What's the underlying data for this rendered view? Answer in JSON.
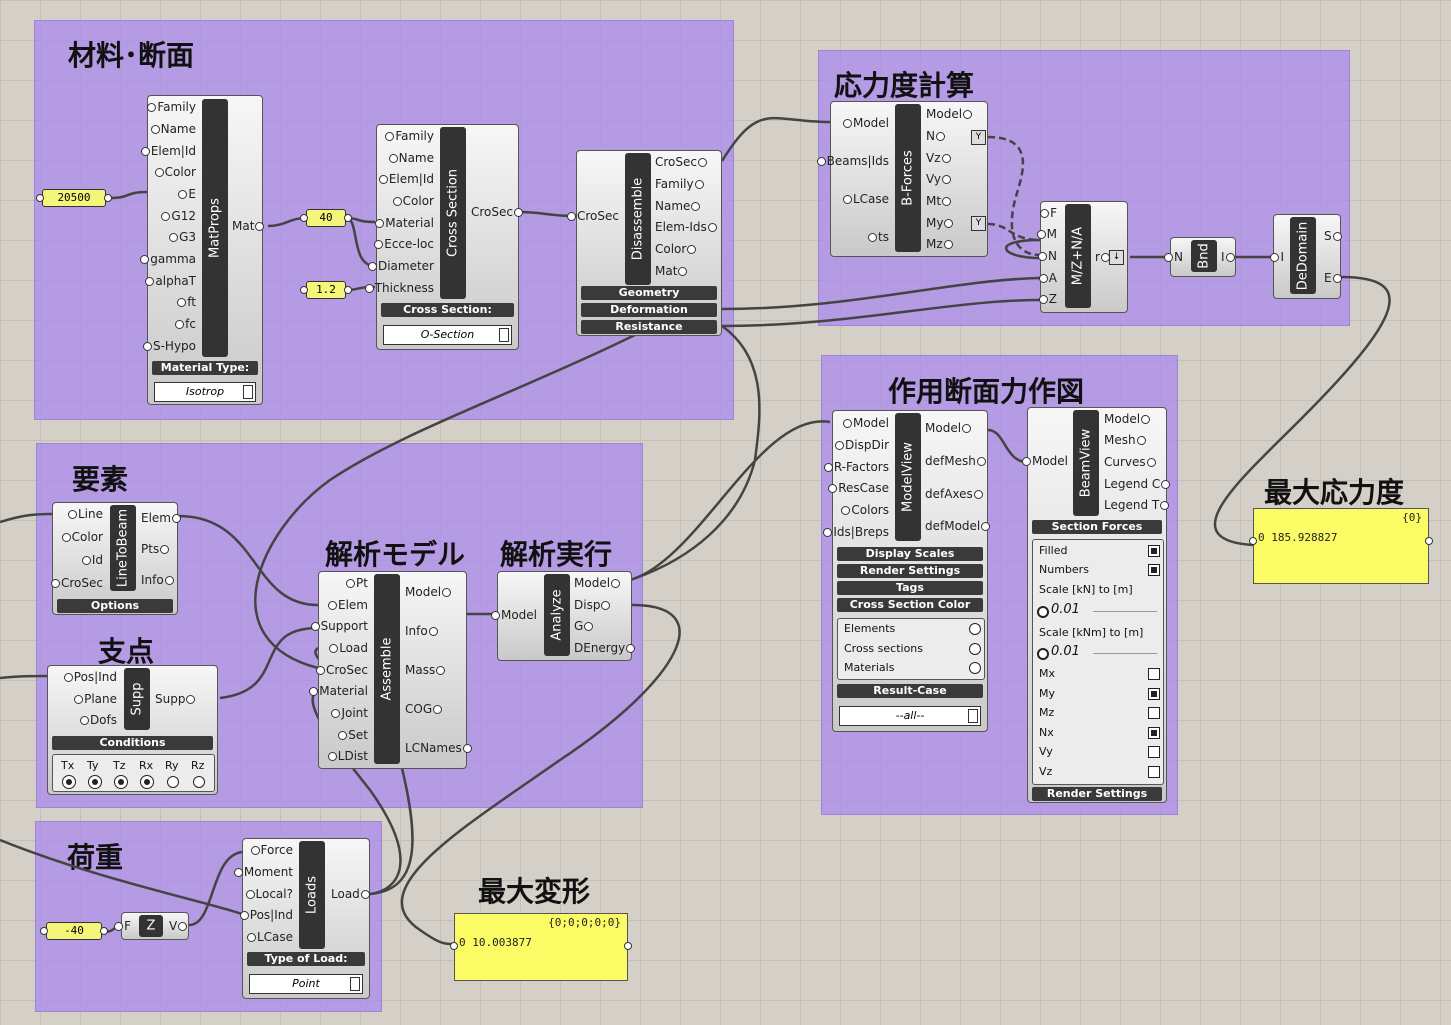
{
  "groups": {
    "material": "材料･断面",
    "stress": "応力度計算",
    "element": "要素",
    "support": "支点",
    "model": "解析モデル",
    "analyze": "解析実行",
    "section_forces": "作用断面力作図",
    "load": "荷重",
    "max_disp": "最大変形",
    "max_stress": "最大応力度"
  },
  "sliders": {
    "e": "20500",
    "diameter": "40",
    "thickness": "1.2",
    "force": "-40"
  },
  "matprops": {
    "core": "MatProps",
    "inputs": [
      "Family",
      "Name",
      "Elem|Id",
      "Color",
      "E",
      "G12",
      "G3",
      "gamma",
      "alphaT",
      "ft",
      "fc",
      "S-Hypo"
    ],
    "output": "Mat",
    "bar": "Material Type:",
    "dropdown": "Isotrop"
  },
  "crosssection": {
    "core": "Cross Section",
    "inputs": [
      "Family",
      "Name",
      "Elem|Id",
      "Color",
      "Material",
      "Ecce-loc",
      "Diameter",
      "Thickness"
    ],
    "output": "CroSec",
    "bar": "Cross Section:",
    "dropdown": "O-Section"
  },
  "disassemble": {
    "core": "Disassemble",
    "input": "CroSec",
    "outputs": [
      "CroSec",
      "Family",
      "Name",
      "Elem-Ids",
      "Color",
      "Mat"
    ],
    "bars": [
      "Geometry",
      "Deformation",
      "Resistance"
    ]
  },
  "bforces": {
    "core": "B-Forces",
    "inputs": [
      "Model",
      "Beams|Ids",
      "LCase",
      "ts"
    ],
    "outputs": [
      "Model",
      "N",
      "Vz",
      "Vy",
      "Mt",
      "My",
      "Mz"
    ],
    "flag": "Y"
  },
  "mzna": {
    "core": "M/Z+N/A",
    "inputs": [
      "F",
      "M",
      "N",
      "A",
      "Z"
    ],
    "output": "r"
  },
  "bnd": {
    "core": "Bnd",
    "input": "N",
    "output": "I"
  },
  "dedomain": {
    "core": "DeDomain",
    "input": "I",
    "outputs": [
      "S",
      "E"
    ]
  },
  "linetobeam": {
    "core": "LineToBeam",
    "inputs": [
      "Line",
      "Color",
      "Id",
      "CroSec"
    ],
    "outputs": [
      "Elem",
      "Pts",
      "Info"
    ],
    "bar": "Options"
  },
  "supp": {
    "core": "Supp",
    "inputs": [
      "Pos|Ind",
      "Plane",
      "Dofs"
    ],
    "output": "Supp",
    "bar": "Conditions",
    "dofs": [
      "Tx",
      "Ty",
      "Tz",
      "Rx",
      "Ry",
      "Rz"
    ]
  },
  "assemble": {
    "core": "Assemble",
    "inputs": [
      "Pt",
      "Elem",
      "Support",
      "Load",
      "CroSec",
      "Material",
      "Joint",
      "Set",
      "LDist"
    ],
    "outputs": [
      "Model",
      "Info",
      "Mass",
      "COG",
      "LCNames"
    ]
  },
  "analyze": {
    "core": "Analyze",
    "input": "Model",
    "outputs": [
      "Model",
      "Disp",
      "G",
      "DEnergy"
    ]
  },
  "modelview": {
    "core": "ModelView",
    "inputs": [
      "Model",
      "DispDir",
      "R-Factors",
      "ResCase",
      "Colors",
      "Ids|Breps"
    ],
    "outputs": [
      "Model",
      "defMesh",
      "defAxes",
      "defModel"
    ],
    "bars": [
      "Display Scales",
      "Render Settings",
      "Tags",
      "Cross Section Color"
    ],
    "options": [
      "Elements",
      "Cross sections",
      "Materials"
    ],
    "bar_result": "Result-Case",
    "dropdown": "--all--"
  },
  "beamview": {
    "core": "BeamView",
    "input": "Model",
    "outputs": [
      "Model",
      "Mesh",
      "Curves",
      "Legend C",
      "Legend T"
    ],
    "bar": "Section Forces",
    "filled": "Filled",
    "numbers": "Numbers",
    "scale_kn": "Scale [kN] to [m]",
    "scale_kn_val": "0.01",
    "scale_knm": "Scale [kNm] to [m]",
    "scale_knm_val": "0.01",
    "forces": [
      "Mx",
      "My",
      "Mz",
      "Nx",
      "Vy",
      "Vz"
    ],
    "forces_on": [
      false,
      true,
      false,
      true,
      false,
      false
    ],
    "bar_bottom": "Render Settings"
  },
  "loads": {
    "core": "Loads",
    "inputs": [
      "Force",
      "Moment",
      "Local?",
      "Pos|Ind",
      "LCase"
    ],
    "output": "Load",
    "bar": "Type of Load:",
    "dropdown": "Point"
  },
  "vec": {
    "core": "Z",
    "input": "F",
    "output": "V"
  },
  "panel_disp": {
    "header": "{0;0;0;0;0}",
    "index": "0",
    "value": "10.003877"
  },
  "panel_stress": {
    "header": "{0}",
    "index": "0",
    "value": "185.928827"
  }
}
